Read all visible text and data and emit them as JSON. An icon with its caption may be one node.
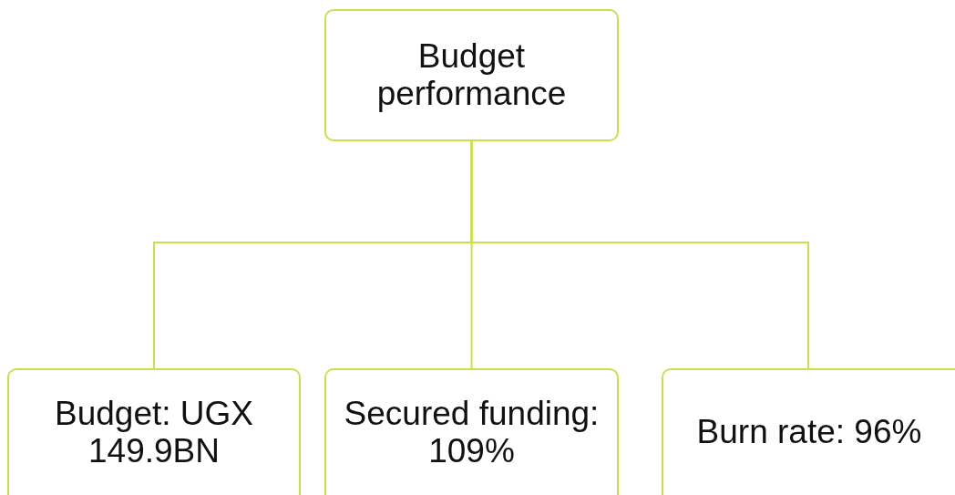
{
  "diagram": {
    "nodes": [
      {
        "text": [
          "Budget performance"
        ]
      },
      {
        "text": [
          "Budget: UGX 149.9BN"
        ]
      },
      {
        "text": [
          "Secured funding: 109%"
        ]
      },
      {
        "text": [
          "Burn rate: 96%"
        ]
      }
    ],
    "edges": [
      {
        "from": 0,
        "to": 1,
        "arrow": "none"
      },
      {
        "from": 0,
        "to": 2,
        "arrow": "none"
      },
      {
        "from": 0,
        "to": 3,
        "arrow": "none"
      }
    ]
  }
}
